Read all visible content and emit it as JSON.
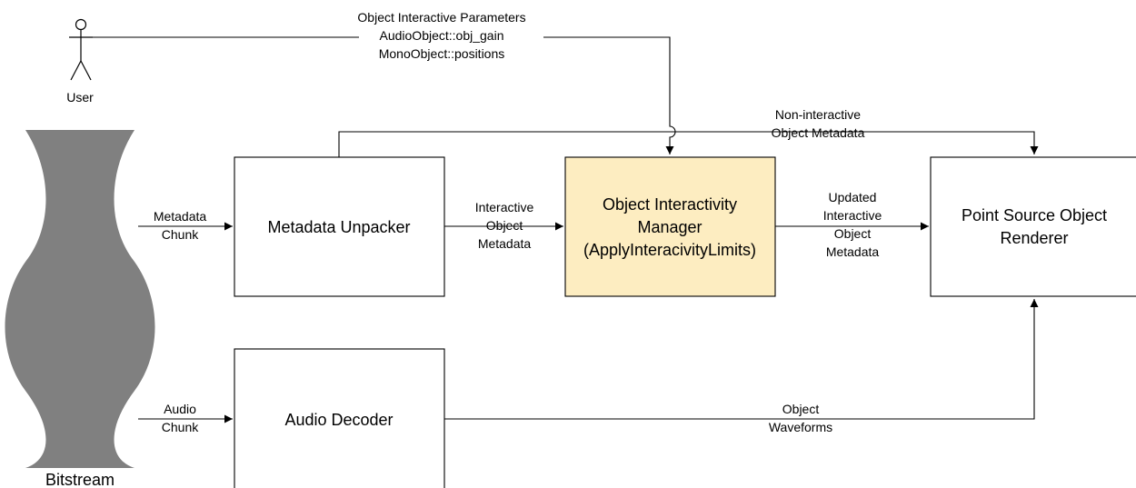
{
  "user": {
    "label": "User"
  },
  "bitstream": {
    "label": "Bitstream"
  },
  "boxes": {
    "metadata_unpacker": {
      "title": "Metadata Unpacker"
    },
    "audio_decoder": {
      "title": "Audio Decoder"
    },
    "interactivity_manager": {
      "line1": "Object Interactivity",
      "line2": "Manager",
      "line3": "(ApplyInteracivityLimits)"
    },
    "renderer": {
      "line1": "Point Source Object",
      "line2": "Renderer"
    }
  },
  "edges": {
    "interactive_parameters": {
      "line1": "Object Interactive Parameters",
      "line2": "AudioObject::obj_gain",
      "line3": "MonoObject::positions"
    },
    "non_interactive": {
      "line1": "Non-interactive",
      "line2": "Object Metadata"
    },
    "metadata_chunk": {
      "line1": "Metadata",
      "line2": "Chunk"
    },
    "audio_chunk": {
      "line1": "Audio",
      "line2": "Chunk"
    },
    "interactive_metadata": {
      "line1": "Interactive",
      "line2": "Object",
      "line3": "Metadata"
    },
    "updated_metadata": {
      "line1": "Updated",
      "line2": "Interactive",
      "line3": "Object",
      "line4": "Metadata"
    },
    "object_waveforms": {
      "line1": "Object",
      "line2": "Waveforms"
    }
  },
  "colors": {
    "manager_fill": "#fdedc1",
    "bitstream_fill": "#808080",
    "stroke": "#000000"
  }
}
